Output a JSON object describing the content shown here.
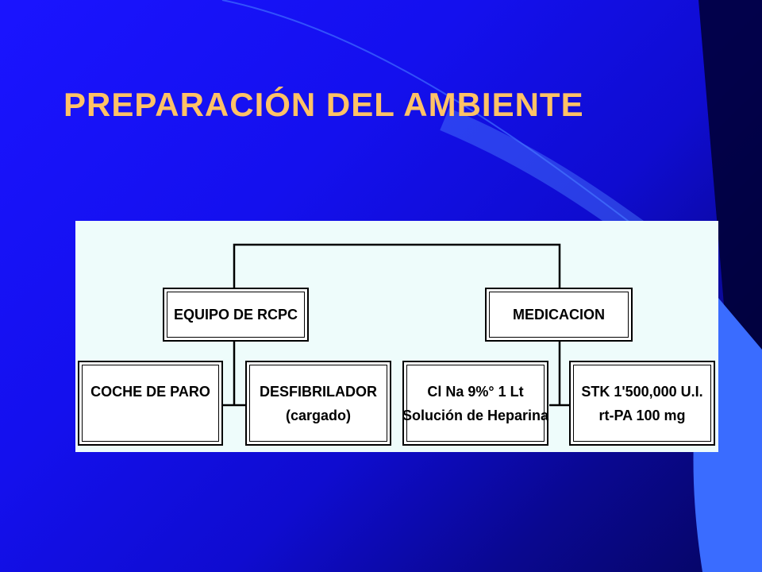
{
  "slide": {
    "title": "PREPARACIÓN DEL AMBIENTE"
  },
  "diagram": {
    "groups": [
      {
        "label": "EQUIPO DE RCPC",
        "children": [
          {
            "lines": [
              "COCHE DE PARO"
            ]
          },
          {
            "lines": [
              "DESFIBRILADOR",
              "(cargado)"
            ]
          }
        ]
      },
      {
        "label": "MEDICACION",
        "children": [
          {
            "lines": [
              "Cl Na 9%° 1 Lt",
              "Solución de Heparina"
            ]
          },
          {
            "lines": [
              "STK 1'500,000 U.I.",
              "rt-PA 100 mg"
            ]
          }
        ]
      }
    ]
  },
  "colors": {
    "background": "#1a14ff",
    "title": "#ffc266",
    "panel": "#eefcfb"
  }
}
